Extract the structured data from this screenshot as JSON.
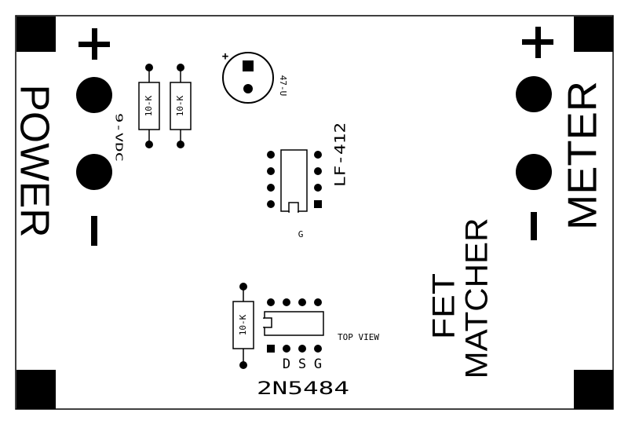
{
  "board": {
    "labels": {
      "power": "POWER",
      "meter": "METER",
      "voltage": "9-VDC",
      "fet": "FET",
      "matcher": "MATCHER",
      "ic": "LF-412",
      "cap": "47-U",
      "cap_plus": "+",
      "ground": "G",
      "top_view": "TOP VIEW",
      "d": "D",
      "s": "S",
      "g": "G",
      "part": "2N5484",
      "plus_left": "+",
      "plus_right": "+",
      "resistor_1": "10-K",
      "resistor_2": "10-K",
      "resistor_3": "10-K"
    },
    "colors": {
      "ink": "#000000",
      "board": "#ffffff"
    }
  }
}
